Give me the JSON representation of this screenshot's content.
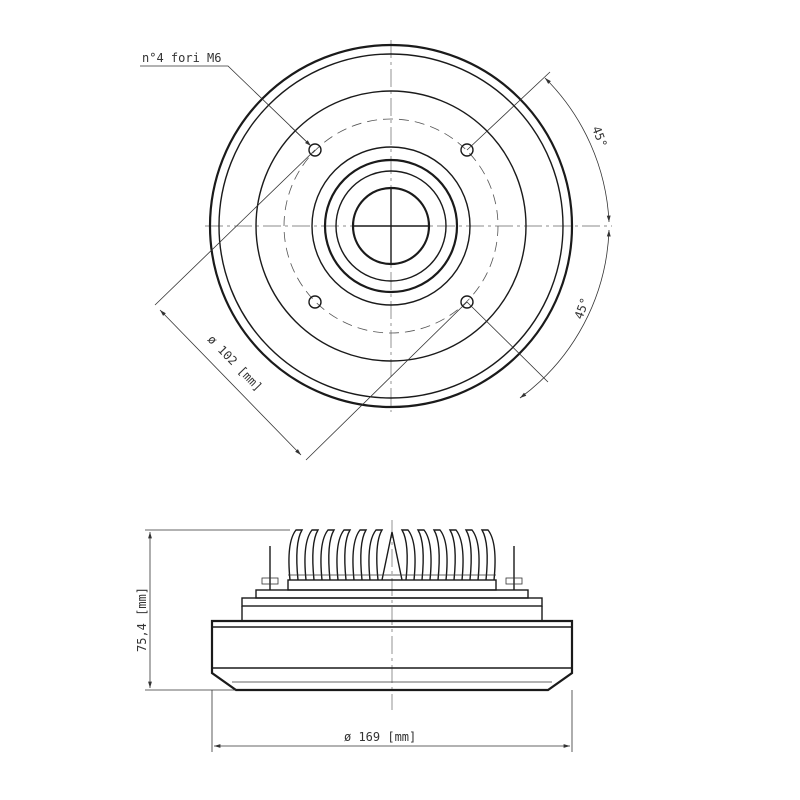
{
  "drawing": {
    "label_holes": "n°4 fori M6",
    "label_angle_top": "45°",
    "label_angle_bottom": "45°",
    "label_bolt_circle": "ø 102 [mm]",
    "label_height": "75,4 [mm]",
    "label_diameter": "ø 169 [mm]"
  }
}
